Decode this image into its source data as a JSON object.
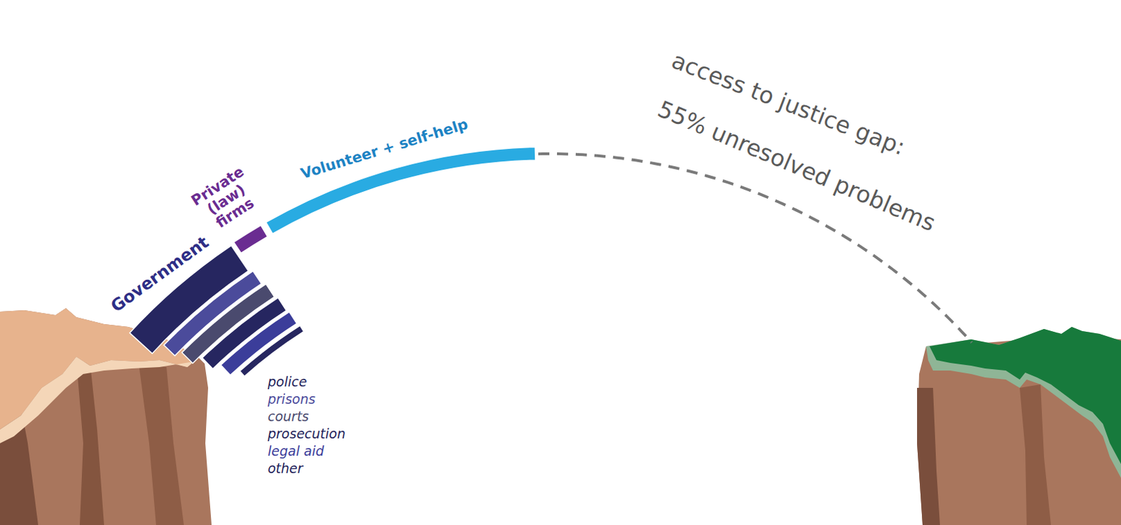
{
  "diagram": {
    "labels": [
      "Government",
      "Private (law) firms",
      "Volunteer + self-help",
      "access to justice gap:",
      "55% unresolved problems",
      "police",
      "prisons",
      "courts",
      "prosecution",
      "legal aid",
      "other"
    ]
  }
}
